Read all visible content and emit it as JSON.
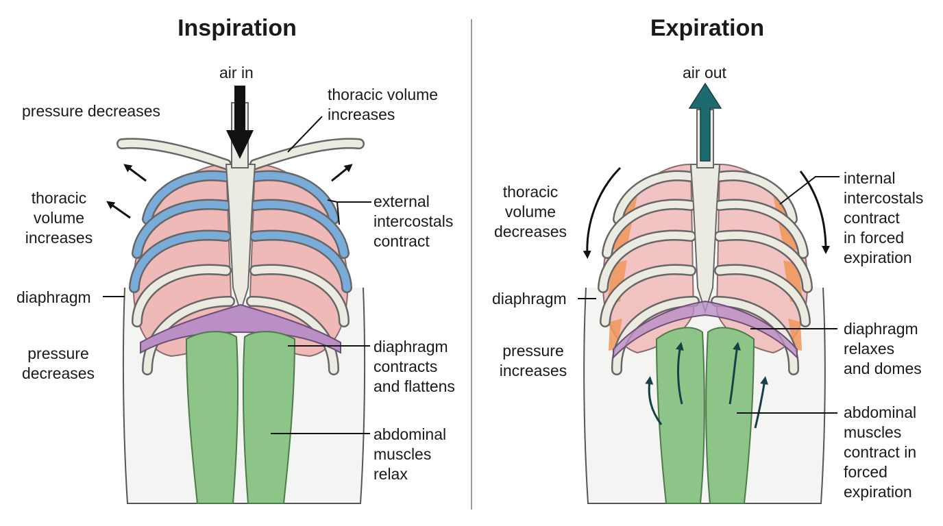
{
  "panels": [
    {
      "title": "Inspiration",
      "labels": {
        "airflow": "air in",
        "pressure_top": "pressure decreases",
        "thoracic_volume_side": "thoracic\nvolume\nincreases",
        "thoracic_volume_top": "thoracic volume\nincreases",
        "intercostals": "external\nintercostals\ncontract",
        "diaphragm": "diaphragm",
        "pressure_bottom": "pressure\ndecreases",
        "diaphragm_action": "diaphragm\ncontracts\nand flattens",
        "abdominal": "abdominal\nmuscles\nrelax"
      }
    },
    {
      "title": "Expiration",
      "labels": {
        "airflow": "air out",
        "thoracic_volume": "thoracic\nvolume\ndecreases",
        "diaphragm": "diaphragm",
        "pressure": "pressure\nincreases",
        "intercostals": "internal\nintercostals\ncontract\nin forced\nexpiration",
        "diaphragm_action": "diaphragm\nrelaxes\nand domes",
        "abdominal": "abdominal\nmuscles\ncontract in\nforced\nexpiration"
      }
    }
  ],
  "colors": {
    "lung": "#efb9b7",
    "bone": "#ecebe2",
    "external_intercostal": "#79acd9",
    "internal_intercostal": "#f0965a",
    "diaphragm": "#b98fc6",
    "abdominal_muscle": "#8dc487",
    "airflow_out": "#1d6b6f"
  }
}
